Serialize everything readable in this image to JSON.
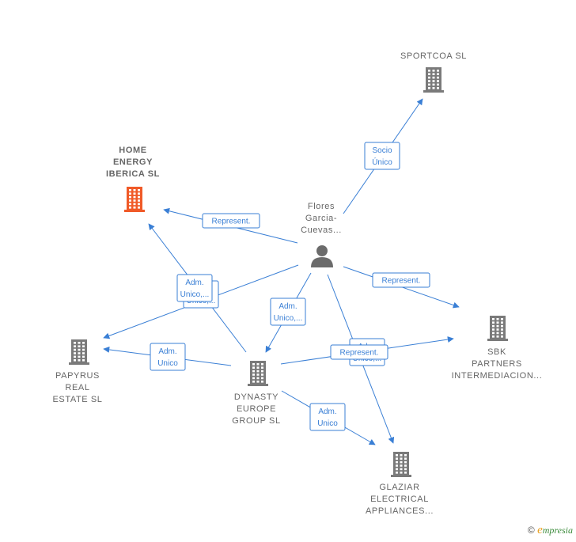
{
  "nodes": [
    {
      "id": "person",
      "kind": "person",
      "label": [
        "Flores",
        "Garcia-",
        "Cuevas..."
      ]
    },
    {
      "id": "sportcoa",
      "kind": "company",
      "label": [
        "SPORTCOA  SL"
      ]
    },
    {
      "id": "home",
      "kind": "company-focus",
      "label": [
        "HOME",
        "ENERGY",
        "IBERICA  SL"
      ]
    },
    {
      "id": "papyrus",
      "kind": "company",
      "label": [
        "PAPYRUS",
        "REAL",
        "ESTATE  SL"
      ]
    },
    {
      "id": "dynasty",
      "kind": "company",
      "label": [
        "DYNASTY",
        "EUROPE",
        "GROUP  SL"
      ]
    },
    {
      "id": "sbk",
      "kind": "company",
      "label": [
        "SBK",
        "PARTNERS",
        "INTERMEDIACION..."
      ]
    },
    {
      "id": "glaziar",
      "kind": "company",
      "label": [
        "GLAZIAR",
        "ELECTRICAL",
        "APPLIANCES..."
      ]
    }
  ],
  "edges": [
    {
      "from": "person",
      "to": "sportcoa",
      "label": [
        "Socio",
        "Único"
      ]
    },
    {
      "from": "person",
      "to": "home",
      "label": [
        "Represent."
      ]
    },
    {
      "from": "person",
      "to": "sbk",
      "label": [
        "Represent."
      ]
    },
    {
      "from": "person",
      "to": "papyrus",
      "label": [
        "Adm.",
        "Unico,..."
      ]
    },
    {
      "from": "person",
      "to": "dynasty",
      "label": [
        "Adm.",
        "Unico,..."
      ]
    },
    {
      "from": "person",
      "to": "glaziar",
      "label": [
        "Adm.",
        "Unico,..."
      ]
    },
    {
      "from": "dynasty",
      "to": "home",
      "label": [
        "Adm.",
        "Unico,..."
      ]
    },
    {
      "from": "dynasty",
      "to": "papyrus",
      "label": [
        "Adm.",
        "Unico"
      ]
    },
    {
      "from": "dynasty",
      "to": "sbk",
      "label": [
        "Represent."
      ]
    },
    {
      "from": "dynasty",
      "to": "glaziar",
      "label": [
        "Adm.",
        "Unico"
      ]
    }
  ],
  "colors": {
    "edge": "#3a7fd5",
    "company_icon": "#7a7a7a",
    "focus_icon": "#f05a28",
    "person_icon": "#6b6b6b",
    "label": "#666666"
  },
  "footer": {
    "copyright_symbol": "©",
    "brand_initial": "e",
    "brand_rest": "mpresia"
  }
}
